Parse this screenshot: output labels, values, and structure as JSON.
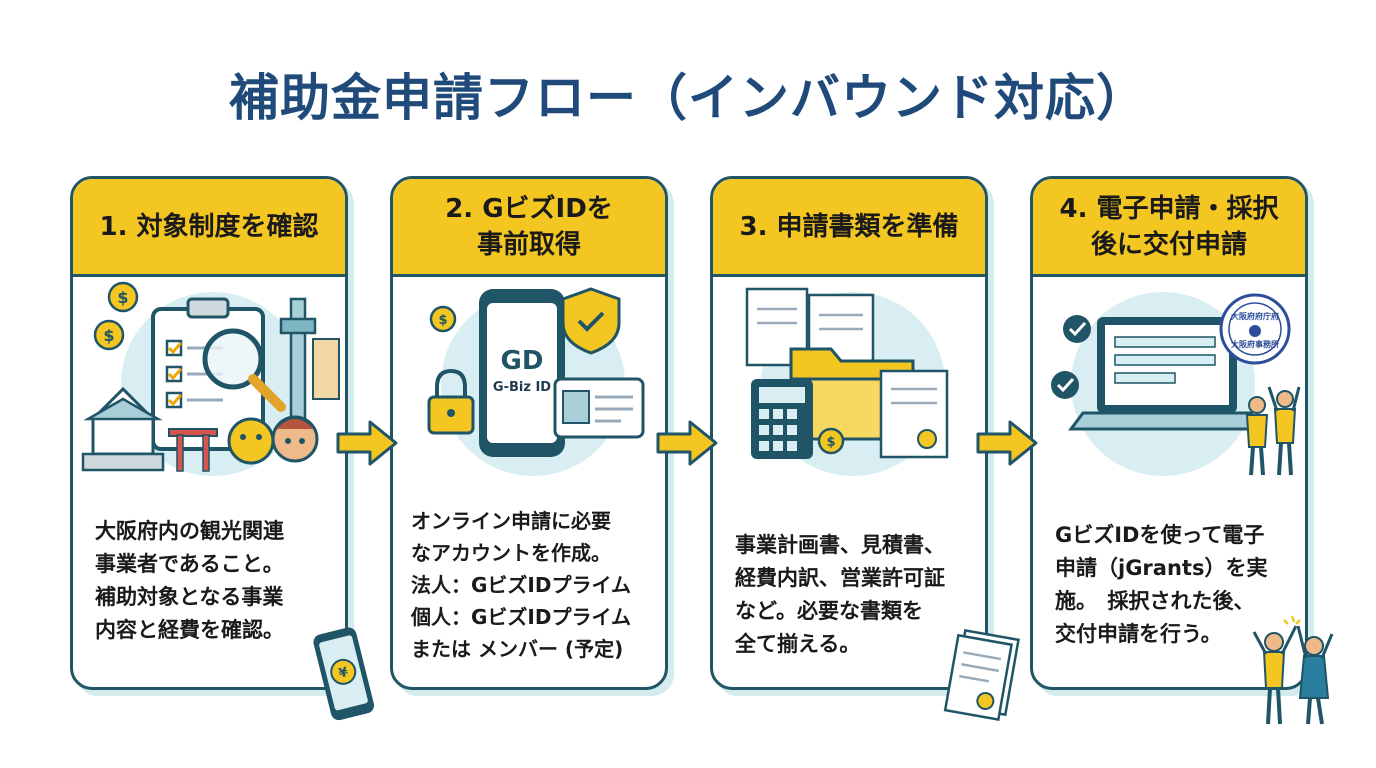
{
  "title": "補助金申請フロー（インバウンド対応）",
  "steps": [
    {
      "heading": "1. 対象制度を確認",
      "body": "大阪府内の観光関連\n事業者であること。\n補助対象となる事業\n内容と経費を確認。"
    },
    {
      "heading": "2. GビズIDを\n事前取得",
      "body": "オンライン申請に必要\nなアカウントを作成。\n法人：GビズIDプライム\n個人：GビズIDプライム\nまたは メンバー (予定)",
      "logo_mark": "GD",
      "logo_text": "G-Biz ID"
    },
    {
      "heading": "3. 申請書類を準備",
      "body": "事業計画書、見積書、\n経費内訳、営業許可証\nなど。必要な書類を\n全て揃える。"
    },
    {
      "heading": "4. 電子申請・採択\n後に交付申請",
      "body": "GビズIDを使って電子\n申請（jGrants）を実\n施。　採択された後、\n交付申請を行う。",
      "seal_top": "大阪府府庁府",
      "seal_bottom": "大阪府事務所"
    }
  ],
  "colors": {
    "header": "#f4c622",
    "border": "#1f5566",
    "title": "#1f4a7a",
    "circle": "#d9eef2",
    "accent": "#f4c622"
  },
  "icons": [
    "coin-icon",
    "checklist-icon",
    "magnifier-icon",
    "tower-icon",
    "castle-icon",
    "torii-icon",
    "mascot-icon",
    "phone-icon",
    "shield-icon",
    "lock-icon",
    "id-card-icon",
    "document-icon",
    "folder-icon",
    "calculator-icon",
    "laptop-icon",
    "check-icon",
    "seal-icon",
    "person-icon",
    "arrow-right-icon"
  ]
}
